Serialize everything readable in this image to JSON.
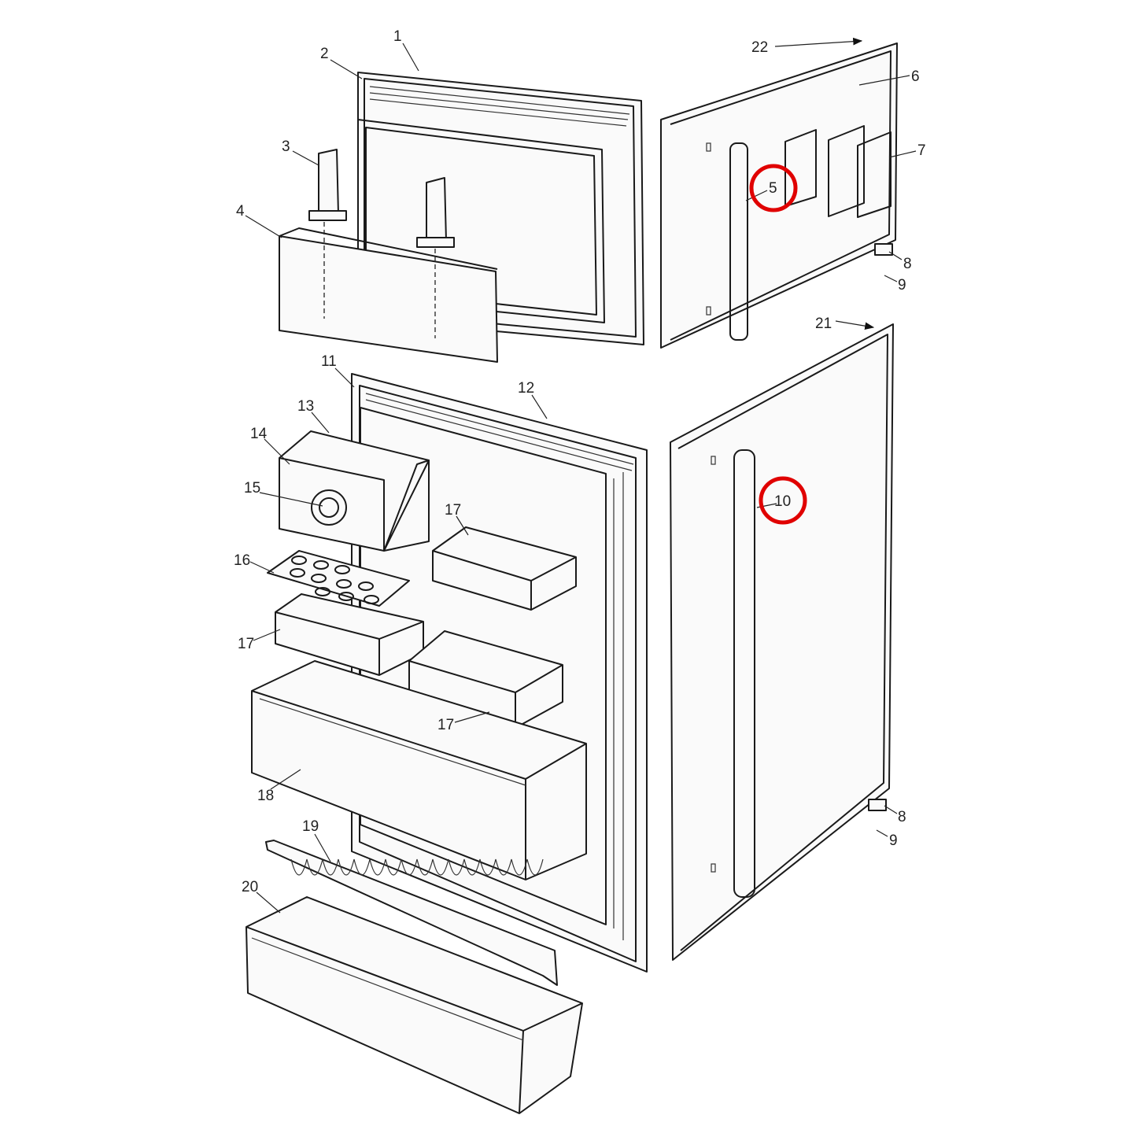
{
  "diagram": {
    "title": "Refrigerator door and interior parts exploded view",
    "highlight_color": "#e00000",
    "callouts": [
      {
        "id": "c1",
        "label": "1"
      },
      {
        "id": "c2",
        "label": "2"
      },
      {
        "id": "c3",
        "label": "3"
      },
      {
        "id": "c4",
        "label": "4"
      },
      {
        "id": "c5",
        "label": "5",
        "highlighted": true
      },
      {
        "id": "c6",
        "label": "6"
      },
      {
        "id": "c7",
        "label": "7"
      },
      {
        "id": "c8a",
        "label": "8"
      },
      {
        "id": "c9a",
        "label": "9"
      },
      {
        "id": "c10",
        "label": "10",
        "highlighted": true
      },
      {
        "id": "c11",
        "label": "11"
      },
      {
        "id": "c12",
        "label": "12"
      },
      {
        "id": "c13",
        "label": "13"
      },
      {
        "id": "c14",
        "label": "14"
      },
      {
        "id": "c15",
        "label": "15"
      },
      {
        "id": "c16",
        "label": "16"
      },
      {
        "id": "c17a",
        "label": "17"
      },
      {
        "id": "c17b",
        "label": "17"
      },
      {
        "id": "c17c",
        "label": "17"
      },
      {
        "id": "c18",
        "label": "18"
      },
      {
        "id": "c19",
        "label": "19"
      },
      {
        "id": "c20",
        "label": "20"
      },
      {
        "id": "c21",
        "label": "21"
      },
      {
        "id": "c22",
        "label": "22"
      },
      {
        "id": "c8b",
        "label": "8"
      },
      {
        "id": "c9b",
        "label": "9"
      }
    ]
  }
}
